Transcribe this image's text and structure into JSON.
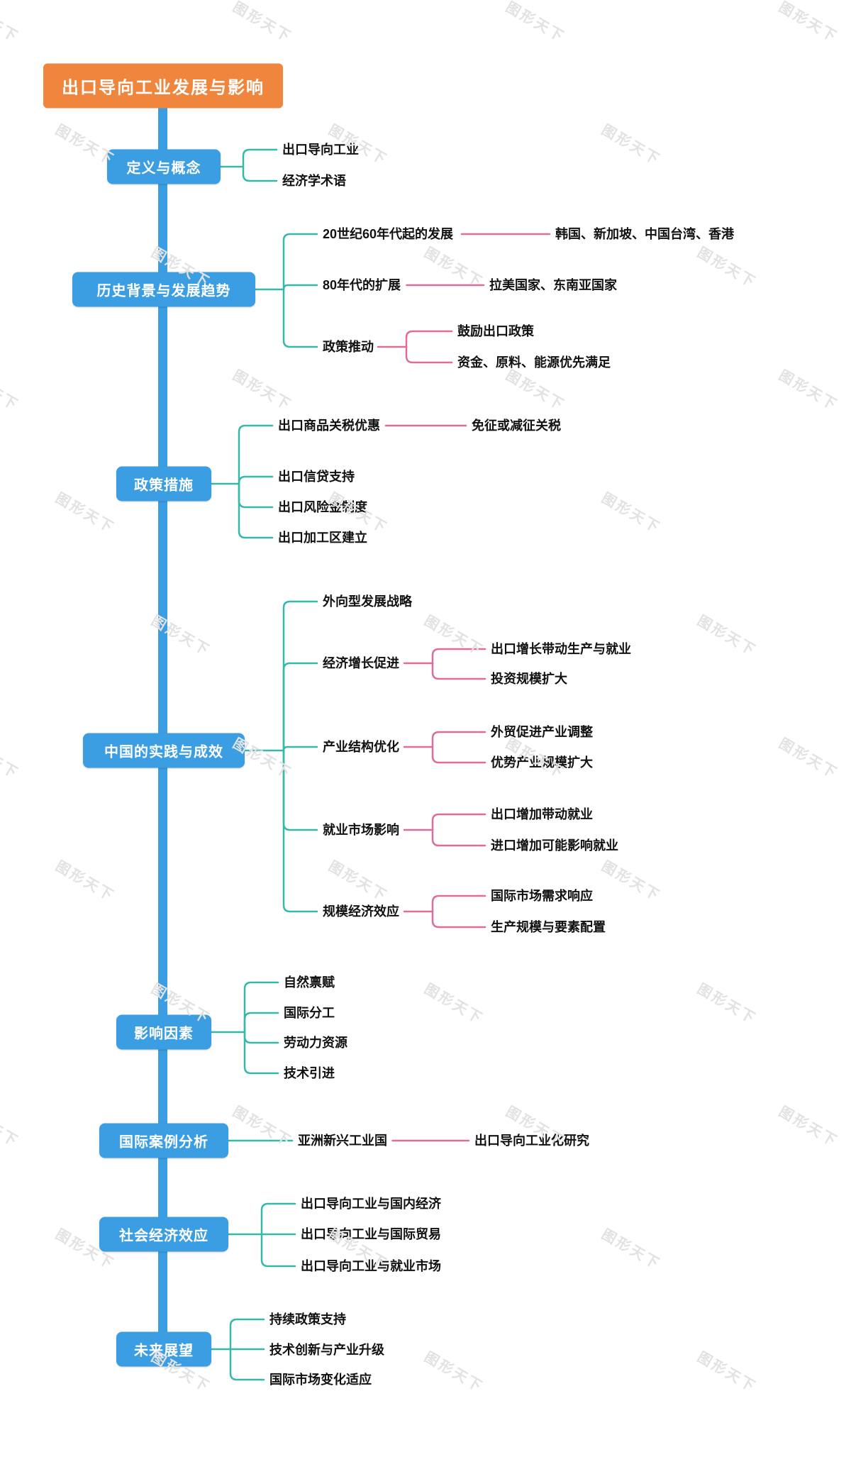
{
  "watermark": "图形天下",
  "root": {
    "label": "出口导向工业发展与影响"
  },
  "colors": {
    "root_bg": "#F0853D",
    "node_bg": "#3B9DE2",
    "trunk": "#3B9DE2",
    "branch_line": "#35B9A9",
    "sub_branch_line": "#DF6C99",
    "leaf_text": "#111111",
    "node_text": "#ffffff"
  },
  "sections": [
    {
      "node": "定义与概念",
      "children": [
        {
          "label": "出口导向工业"
        },
        {
          "label": "经济学术语"
        }
      ]
    },
    {
      "node": "历史背景与发展趋势",
      "children": [
        {
          "label": "20世纪60年代起的发展",
          "children": [
            "韩国、新加坡、中国台湾、香港"
          ]
        },
        {
          "label": "80年代的扩展",
          "children": [
            "拉美国家、东南亚国家"
          ]
        },
        {
          "label": "政策推动",
          "children": [
            "鼓励出口政策",
            "资金、原料、能源优先满足"
          ]
        }
      ]
    },
    {
      "node": "政策措施",
      "children": [
        {
          "label": "出口商品关税优惠",
          "children": [
            "免征或减征关税"
          ]
        },
        {
          "label": "出口信贷支持"
        },
        {
          "label": "出口风险金制度"
        },
        {
          "label": "出口加工区建立"
        }
      ]
    },
    {
      "node": "中国的实践与成效",
      "children": [
        {
          "label": "外向型发展战略"
        },
        {
          "label": "经济增长促进",
          "children": [
            "出口增长带动生产与就业",
            "投资规模扩大"
          ]
        },
        {
          "label": "产业结构优化",
          "children": [
            "外贸促进产业调整",
            "优势产业规模扩大"
          ]
        },
        {
          "label": "就业市场影响",
          "children": [
            "出口增加带动就业",
            "进口增加可能影响就业"
          ]
        },
        {
          "label": "规模经济效应",
          "children": [
            "国际市场需求响应",
            "生产规模与要素配置"
          ]
        }
      ]
    },
    {
      "node": "影响因素",
      "children": [
        {
          "label": "自然禀赋"
        },
        {
          "label": "国际分工"
        },
        {
          "label": "劳动力资源"
        },
        {
          "label": "技术引进"
        }
      ]
    },
    {
      "node": "国际案例分析",
      "children": [
        {
          "label": "亚洲新兴工业国",
          "children": [
            "出口导向工业化研究"
          ]
        }
      ]
    },
    {
      "node": "社会经济效应",
      "children": [
        {
          "label": "出口导向工业与国内经济"
        },
        {
          "label": "出口导向工业与国际贸易"
        },
        {
          "label": "出口导向工业与就业市场"
        }
      ]
    },
    {
      "node": "未来展望",
      "children": [
        {
          "label": "持续政策支持"
        },
        {
          "label": "技术创新与产业升级"
        },
        {
          "label": "国际市场变化适应"
        }
      ]
    }
  ]
}
